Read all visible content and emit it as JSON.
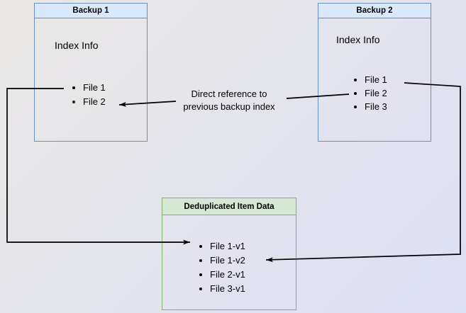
{
  "diagram": {
    "colors": {
      "blue_border": "#6c8ebf",
      "blue_fill": "#dae8fc",
      "green_border": "#82b366",
      "green_fill": "#d5e8d4",
      "arrow": "#000000",
      "background_from": "#eae8e5",
      "background_to": "#dde0f3"
    },
    "backup1": {
      "title": "Backup 1",
      "body_label": "Index Info",
      "items": [
        "File 1",
        "File 2"
      ]
    },
    "backup2": {
      "title": "Backup 2",
      "body_label": "Index Info",
      "items": [
        "File 1",
        "File 2",
        "File 3"
      ]
    },
    "dedup": {
      "title": "Deduplicated Item Data",
      "items": [
        "File 1-v1",
        "File 1-v2",
        "File 2-v1",
        "File 3-v1"
      ]
    },
    "annotation": {
      "line1": "Direct reference to",
      "line2": "previous backup index"
    }
  }
}
